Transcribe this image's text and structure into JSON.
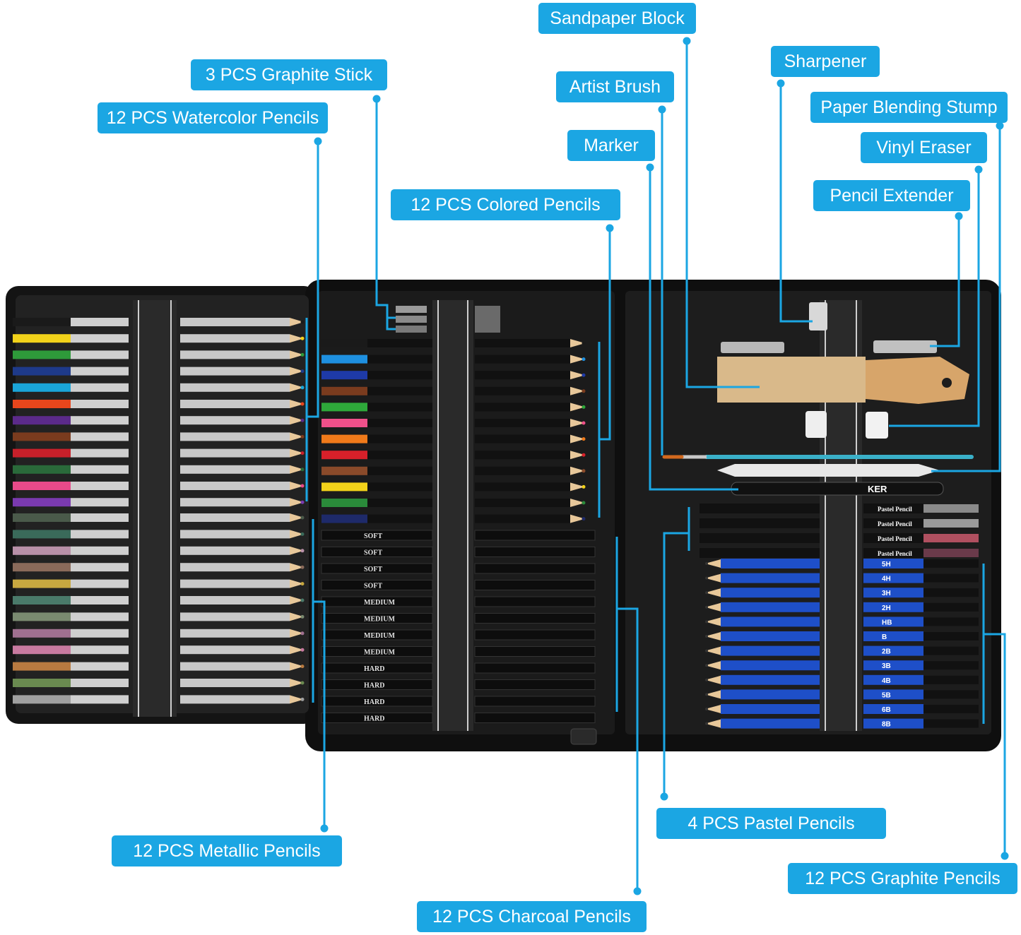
{
  "accent_color": "#1ba6e3",
  "case_color": "#111111",
  "labels": {
    "sandpaper_block": "Sandpaper Block",
    "graphite_stick": "3 PCS Graphite Stick",
    "sharpener": "Sharpener",
    "artist_brush": "Artist Brush",
    "paper_blending_stump": "Paper Blending Stump",
    "watercolor_pencils": "12 PCS Watercolor Pencils",
    "marker": "Marker",
    "vinyl_eraser": "Vinyl Eraser",
    "pencil_extender": "Pencil Extender",
    "colored_pencils": "12 PCS Colored Pencils",
    "pastel_pencils": "4 PCS Pastel Pencils",
    "metallic_pencils": "12 PCS Metallic Pencils",
    "graphite_pencils": "12 PCS Graphite Pencils",
    "charcoal_pencils": "12 PCS Charcoal Pencils"
  },
  "graphite_grades": [
    "5H",
    "4H",
    "3H",
    "2H",
    "HB",
    "B",
    "2B",
    "3B",
    "4B",
    "5B",
    "6B",
    "8B"
  ],
  "charcoal_labels": [
    "SOFT",
    "SOFT",
    "SOFT",
    "SOFT",
    "MEDIUM",
    "MEDIUM",
    "MEDIUM",
    "MEDIUM",
    "HARD",
    "HARD",
    "HARD",
    "HARD"
  ],
  "pastel_labels": [
    "Pastel Pencil",
    "Pastel Pencil",
    "Pastel Pencil",
    "Pastel Pencil"
  ],
  "watercolor_colors": [
    "#1a1a1a",
    "#f2d21a",
    "#2e9a3a",
    "#1e3a8a",
    "#1aa5d8",
    "#e8461c",
    "#5b2a8a",
    "#7a3b1e",
    "#c8202a",
    "#2a6a3a",
    "#e84a8a",
    "#7a3ab0"
  ],
  "metallic_colors": [
    "#4a5a4a",
    "#3a6a5a",
    "#b890a8",
    "#8a6a5a",
    "#c8a840",
    "#4a7a6a",
    "#7a8a70",
    "#a07090",
    "#c87aa0",
    "#b87a40",
    "#6a8a50",
    "#a0a0a0"
  ],
  "colored_colors": [
    "#1a1a1a",
    "#1e90e0",
    "#1e3aa8",
    "#7a3b1e",
    "#2ea83a",
    "#f0508a",
    "#f07a1a",
    "#d8202a",
    "#8a4a2a",
    "#f2d21a",
    "#2a8a3a",
    "#1e2a6a"
  ],
  "marker_text": "KER"
}
